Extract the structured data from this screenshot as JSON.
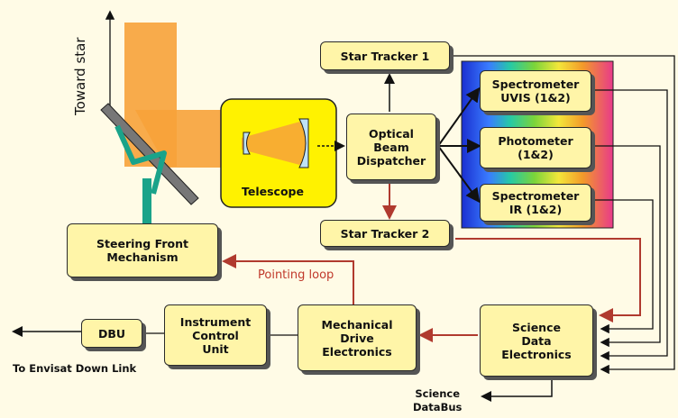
{
  "labels": {
    "toward_star": "Toward star",
    "telescope": "Telescope",
    "pointing_loop": "Pointing loop",
    "down_link": "To Envisat Down Link",
    "science_databus": "Science\nDataBus"
  },
  "boxes": {
    "star_tracker_1": "Star Tracker 1",
    "star_tracker_2": "Star Tracker 2",
    "optical_beam_dispatcher": "Optical\nBeam\nDispatcher",
    "spectrometer_uvis": "Spectrometer\nUVIS (1&2)",
    "photometer": "Photometer\n(1&2)",
    "spectrometer_ir": "Spectrometer\nIR (1&2)",
    "steering_front_mechanism": "Steering Front\nMechanism",
    "dbu": "DBU",
    "instrument_control_unit": "Instrument\nControl\nUnit",
    "mechanical_drive_electronics": "Mechanical\nDrive\nElectronics",
    "science_data_electronics": "Science\nData\nElectronics"
  },
  "colors": {
    "beam": "#f7a23a",
    "box_fill": "#fff5a8",
    "telescope_fill": "#fff200",
    "red_arrow": "#c0392b",
    "mount": "#1aa38a"
  }
}
